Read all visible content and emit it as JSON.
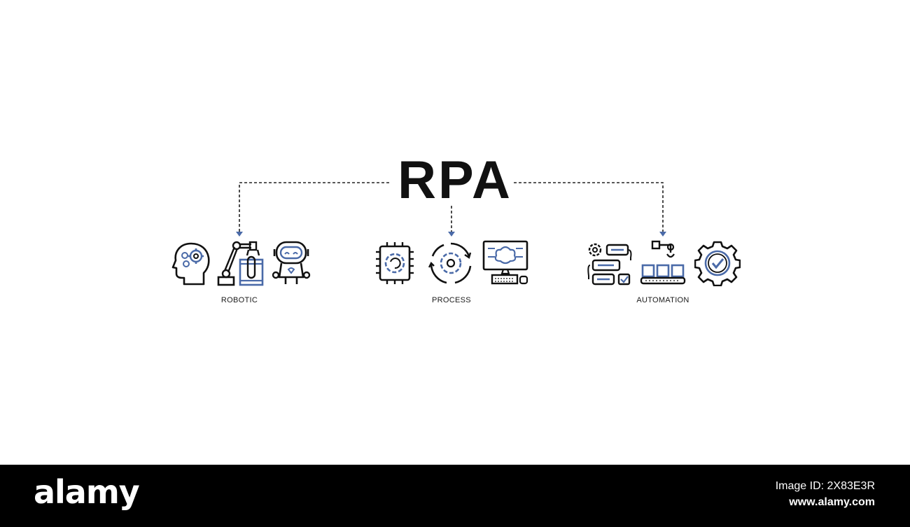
{
  "title": "RPA",
  "groups": [
    {
      "label": "ROBOTIC",
      "icons": [
        "head-gears-icon",
        "robotic-arm-icon",
        "robot-face-icon"
      ]
    },
    {
      "label": "PROCESS",
      "icons": [
        "cpu-gear-icon",
        "gear-cycle-icon",
        "monitor-brain-icon"
      ]
    },
    {
      "label": "AUTOMATION",
      "icons": [
        "workflow-icon",
        "conveyor-arm-icon",
        "gear-check-icon"
      ]
    }
  ],
  "colors": {
    "stroke": "#111111",
    "accent": "#4a6aa8",
    "footer_bg": "#000000"
  },
  "watermark": {
    "brand": "alamy",
    "image_id": "Image ID: 2X83E3R",
    "site": "www.alamy.com"
  }
}
